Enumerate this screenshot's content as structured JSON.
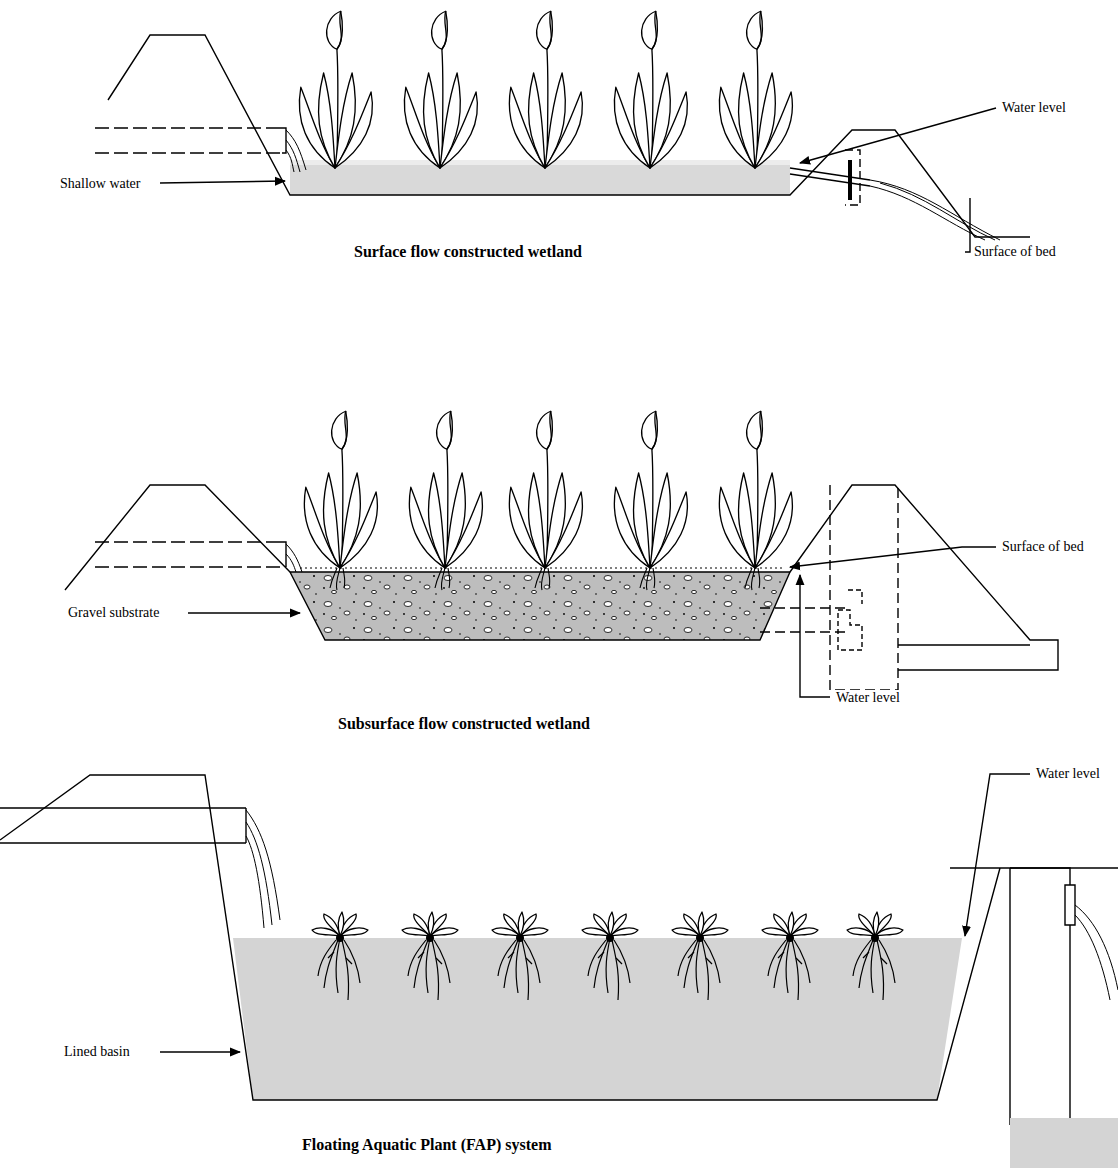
{
  "diagram": {
    "labels": [
      "Water level",
      "Shallow water",
      "Surface flow constructed wetland",
      "Surface of bed",
      "Surface of bed",
      "Gravel substrate",
      "Water level",
      "Subsurface flow constructed wetland",
      "Water level",
      "Lined basin",
      "Floating Aquatic Plant (FAP) system"
    ]
  }
}
